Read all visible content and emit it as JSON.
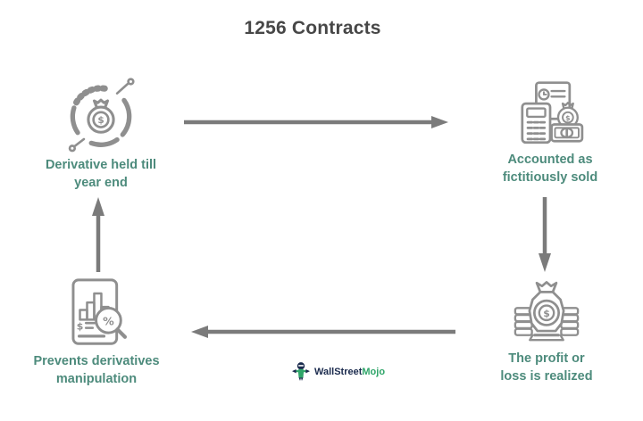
{
  "title": "1256 Contracts",
  "nodes": [
    {
      "id": "derivative-held-till-year-end",
      "icon": "money-bag-cycle-icon",
      "lines": [
        "Derivative held till",
        "year end"
      ]
    },
    {
      "id": "accounted-as-fictitiously-sold",
      "icon": "calculator-documents-icon",
      "lines": [
        "Accounted as",
        "fictitiously sold"
      ]
    },
    {
      "id": "profit-or-loss-realized",
      "icon": "money-bag-coins-icon",
      "lines": [
        "The profit or",
        "loss is realized"
      ]
    },
    {
      "id": "prevents-derivatives-manipulation",
      "icon": "report-magnifier-icon",
      "lines": [
        "Prevents derivatives",
        "manipulation"
      ]
    }
  ],
  "flow": [
    {
      "from": "derivative-held-till-year-end",
      "to": "accounted-as-fictitiously-sold",
      "direction": "right"
    },
    {
      "from": "accounted-as-fictitiously-sold",
      "to": "profit-or-loss-realized",
      "direction": "down"
    },
    {
      "from": "profit-or-loss-realized",
      "to": "prevents-derivatives-manipulation",
      "direction": "left"
    },
    {
      "from": "prevents-derivatives-manipulation",
      "to": "derivative-held-till-year-end",
      "direction": "up"
    }
  ],
  "glyphs": {
    "dollar": "$",
    "percent": "%"
  },
  "logo": {
    "brand_dark": "WallStreet",
    "brand_accent": "Mojo"
  },
  "colors": {
    "label_teal": "#4d8b7c",
    "title_gray": "#474747",
    "icon_gray": "#8f8f8f",
    "arrow_gray": "#7b7b7b",
    "logo_navy": "#1b2b4e",
    "logo_green": "#2fa569"
  }
}
